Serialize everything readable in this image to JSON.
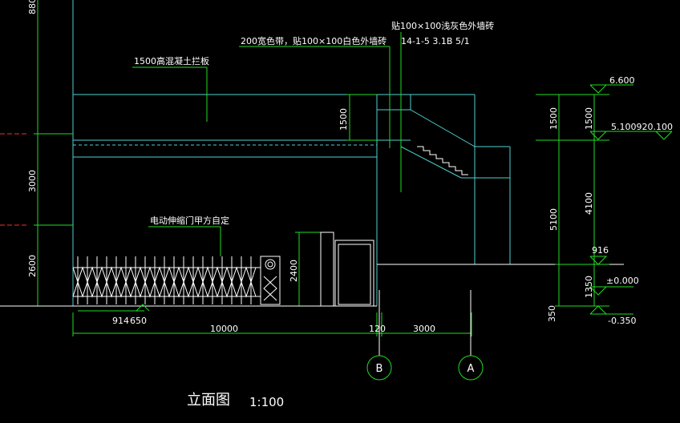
{
  "drawing": {
    "title": "立面图",
    "scale": "1:100"
  },
  "annotations": {
    "tile_note": "贴100×100浅灰色外墙砖",
    "band_note": "200宽色带，贴100×100白色外墙砖",
    "ref_note": "14-1-5 3.1B 5/1",
    "canopy_note": "1500高混凝土拦板",
    "gate_note": "电动伸缩门甲方自定"
  },
  "elevations": {
    "top": "6.600",
    "mid": "5.100920.100",
    "ground_ref": "916",
    "zero": "±0.000",
    "below": "-0.350"
  },
  "dimensions": {
    "left_top": "880",
    "left_mid": "3000",
    "left_low": "2600",
    "canopy_h": "1500",
    "door_h": "2400",
    "right_1500a": "1500",
    "right_1500b": "1500",
    "right_5100": "5100",
    "right_4100": "4100",
    "right_1350": "1350",
    "right_350": "350",
    "bottom_914": "914",
    "bottom_650": "650",
    "bottom_10000": "10000",
    "bottom_120": "120",
    "bottom_3000": "3000"
  },
  "axes": {
    "b": "B",
    "a": "A"
  },
  "colors": {
    "background": "#000000",
    "cyan": "#4fd1d1",
    "green": "#22dd22",
    "white": "#ffffff",
    "red": "#ff2a2a"
  }
}
